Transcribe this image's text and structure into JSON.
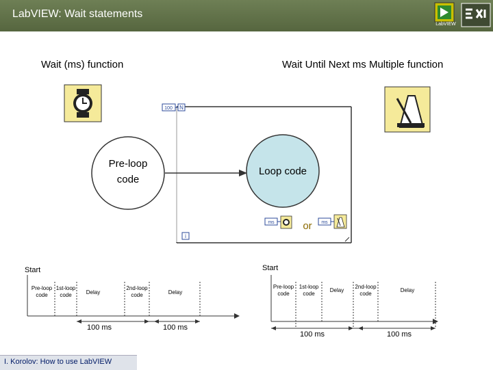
{
  "header": {
    "title": "LabVIEW: Wait statements",
    "logo_text": "LabVIEW"
  },
  "left": {
    "heading": "Wait (ms) function",
    "preloop": [
      "Pre-loop",
      "code"
    ]
  },
  "right": {
    "heading": "Wait Until Next ms Multiple function",
    "loop_code": "Loop code",
    "or_text": "or"
  },
  "diagram": {
    "n_constant": "100",
    "n_terminal": "N",
    "i_terminal": "i",
    "ms_label": "ms"
  },
  "timeline_left": {
    "start": "Start",
    "cells": [
      "Pre-loop code",
      "1st-loop code",
      "Delay",
      "2nd-loop code",
      "Delay"
    ],
    "delay1": "100 ms",
    "delay2": "100 ms"
  },
  "timeline_right": {
    "start": "Start",
    "cells": [
      "Pre-loop code",
      "1st-loop code",
      "Delay",
      "2nd-loop code",
      "Delay"
    ],
    "delay1": "100 ms",
    "delay2": "100 ms"
  },
  "footer": {
    "text": "I. Korolov: How to use LabVIEW"
  },
  "colors": {
    "header": "#5f6f48",
    "loop_circle": "#c5e4ea",
    "icon_bg": "#f5ea9a",
    "or_color": "#8b6a00"
  }
}
